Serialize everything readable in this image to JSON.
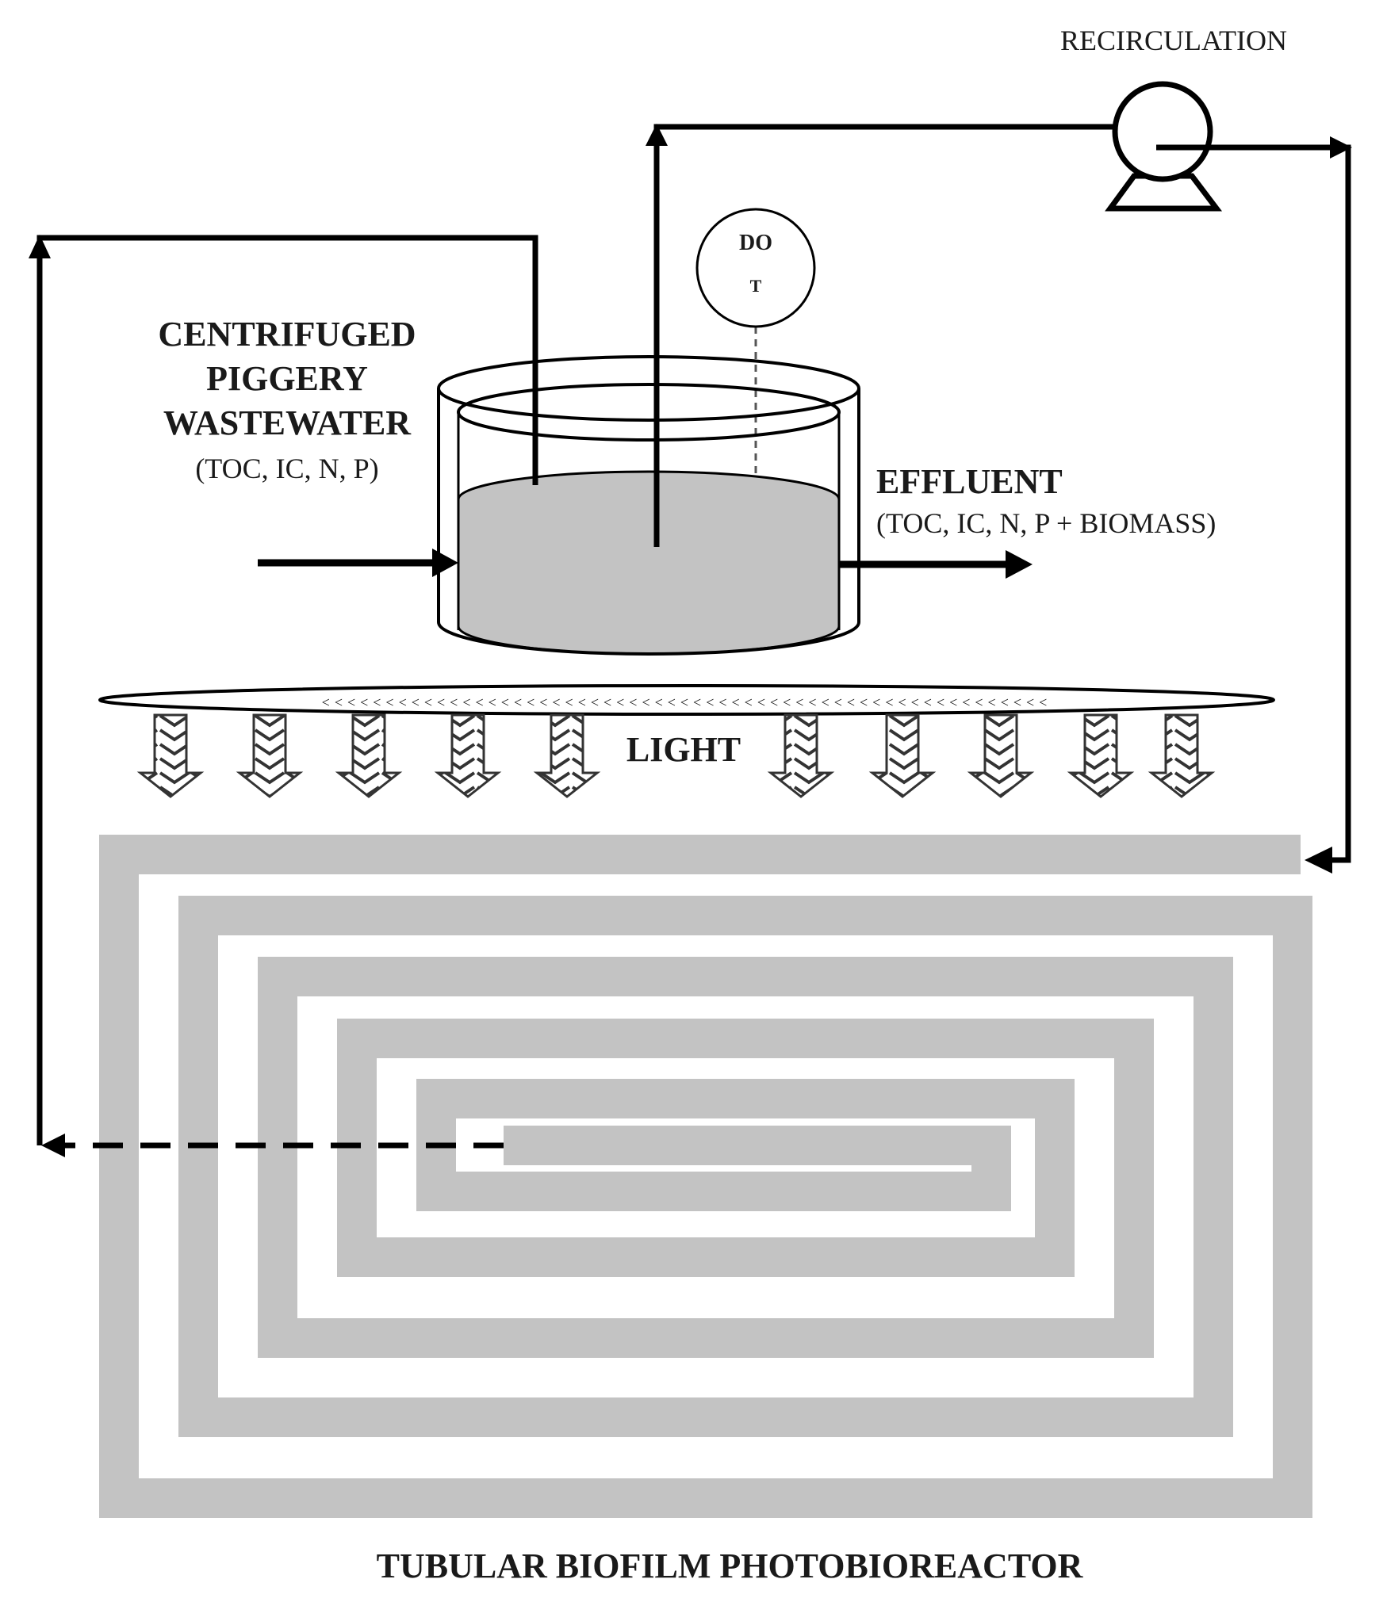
{
  "labels": {
    "recirculation": "RECIRCULATION",
    "do_sensor_top": "DO",
    "do_sensor_bottom": "T",
    "influent_line1": "CENTRIFUGED",
    "influent_line2": "PIGGERY",
    "influent_line3": "WASTEWATER",
    "influent_params": "(TOC, IC, N, P)",
    "effluent_title": "EFFLUENT",
    "effluent_params": "(TOC, IC, N, P + BIOMASS)",
    "light": "LIGHT",
    "reactor_title": "TUBULAR BIOFILM PHOTOBIOREACTOR"
  },
  "colors": {
    "liquid": "#c3c3c3",
    "tube": "#c3c3c3",
    "pipe": "#000000"
  }
}
